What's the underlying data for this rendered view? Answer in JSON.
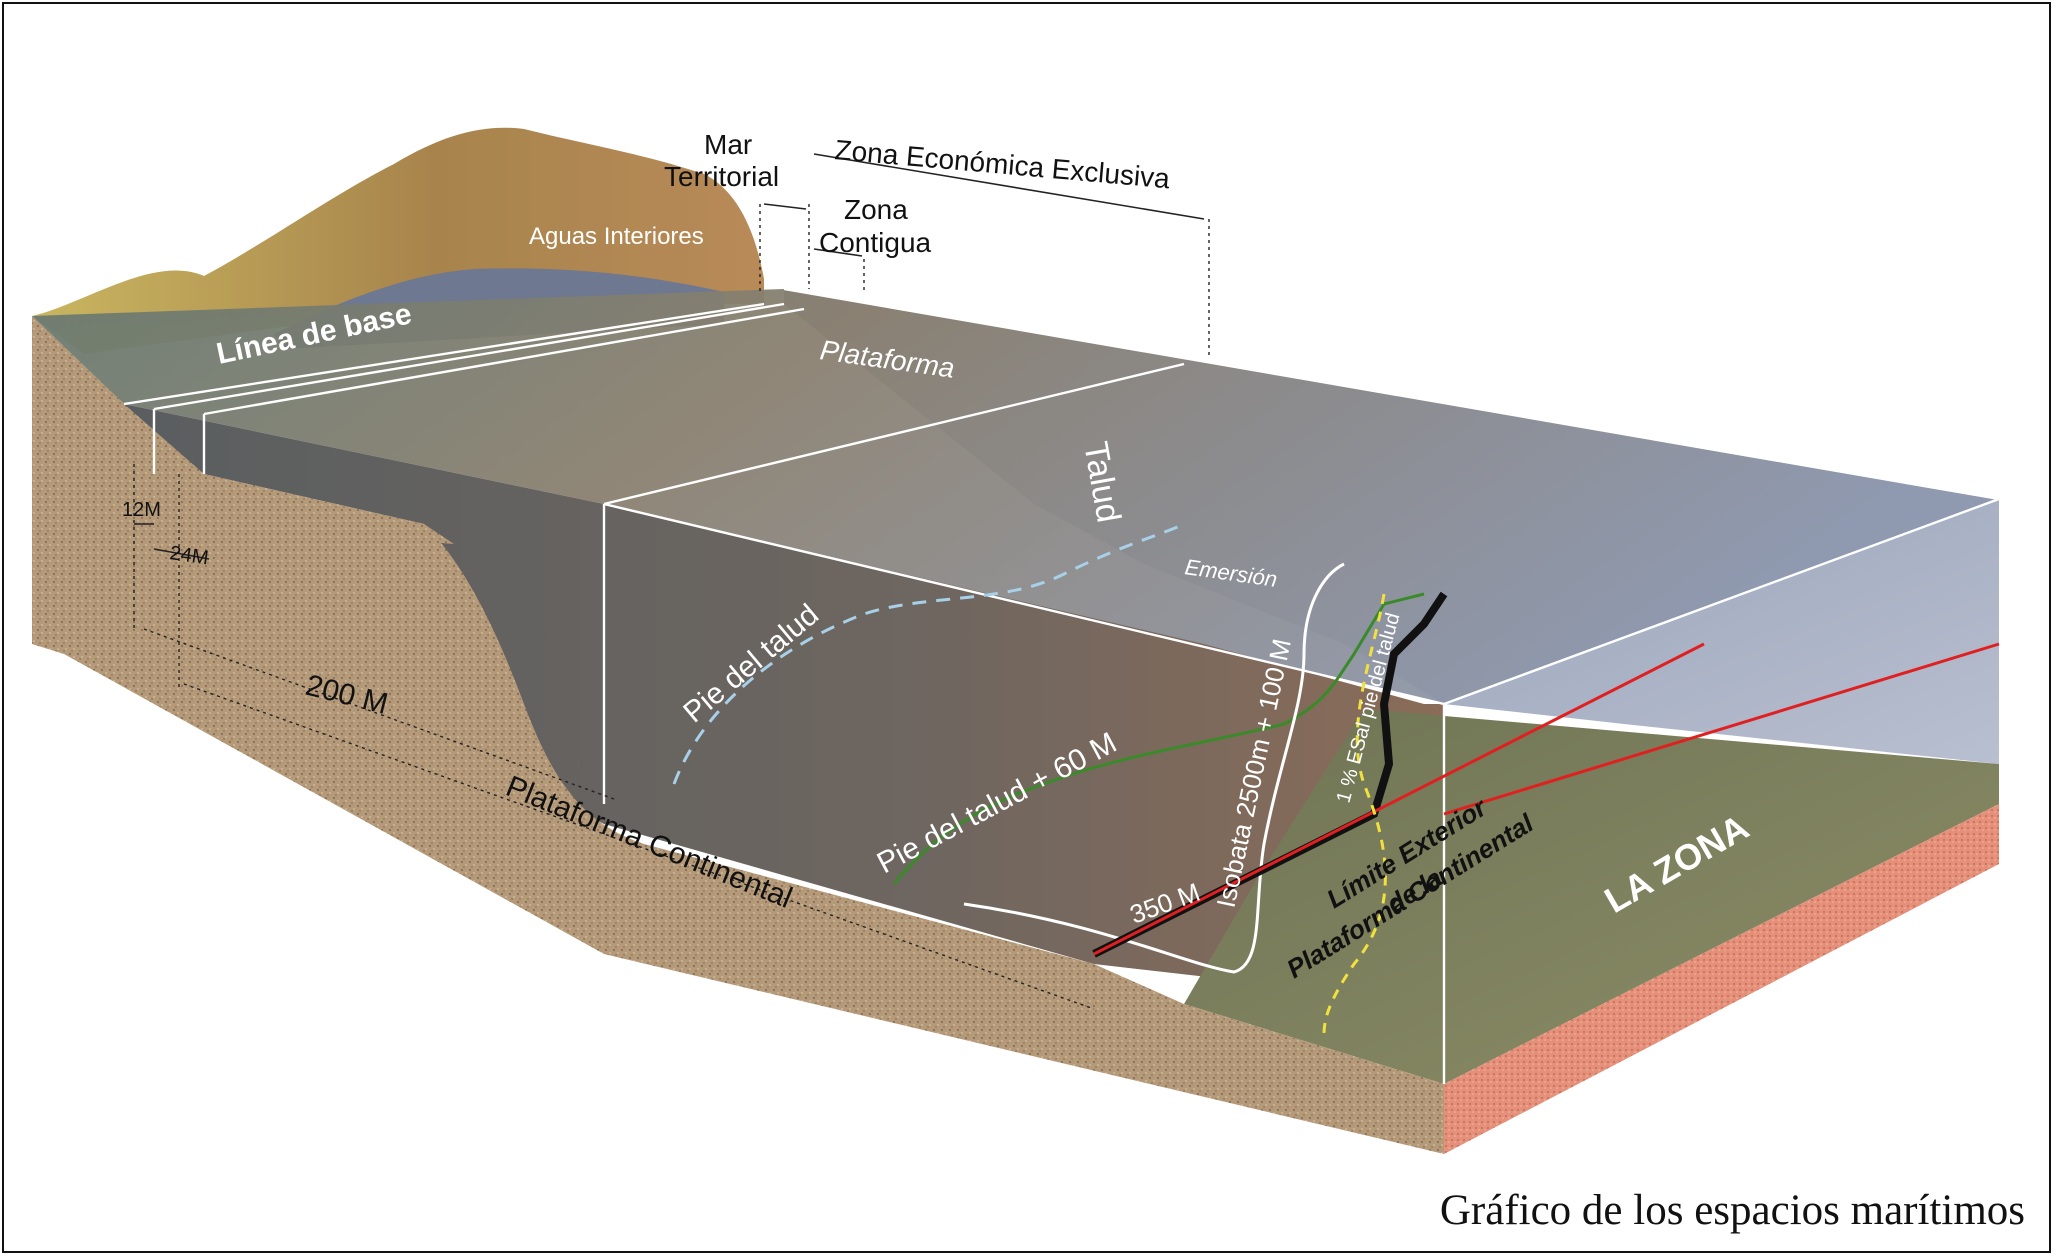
{
  "caption": "Gráfico de los espacios marítimos",
  "labels": {
    "mar_territorial_1": "Mar",
    "mar_territorial_2": "Territorial",
    "zee": "Zona Económica Exclusiva",
    "zona_contigua_1": "Zona",
    "zona_contigua_2": "Contigua",
    "aguas_interiores": "Aguas Interiores",
    "linea_base": "Línea de base",
    "plataforma": "Plataforma",
    "talud": "Talud",
    "emersion": "Emersión",
    "pie_talud": "Pie del talud",
    "pie_talud_60": "Pie del talud + 60 M",
    "isobata": "Isobata 2500m + 100 M",
    "esp_pie": "1 % ESal pie del talud",
    "m350": "350 M",
    "m12": "12M",
    "m24": "24M",
    "m200": "200 M",
    "plataforma_continental": "Plataforma Continental",
    "limite_1": "Límite Exterior",
    "limite_2": "de la",
    "limite_3": "Plataforma Continental",
    "la_zona": "LA ZONA"
  },
  "colors": {
    "land_top": "#c8b45a",
    "land_brown": "#a8804a",
    "soil": "#b39a7c",
    "water_dark": "#4a5258",
    "water_light": "#8e97a8",
    "seabed_brown": "#8a6e5a",
    "zona_green": "#7d8060",
    "zona_side": "#e08a70",
    "red_line": "#e02020",
    "green_line": "#3a8a2a",
    "dash_blue": "#9cc8e0",
    "dash_yellow": "#f0e040"
  }
}
